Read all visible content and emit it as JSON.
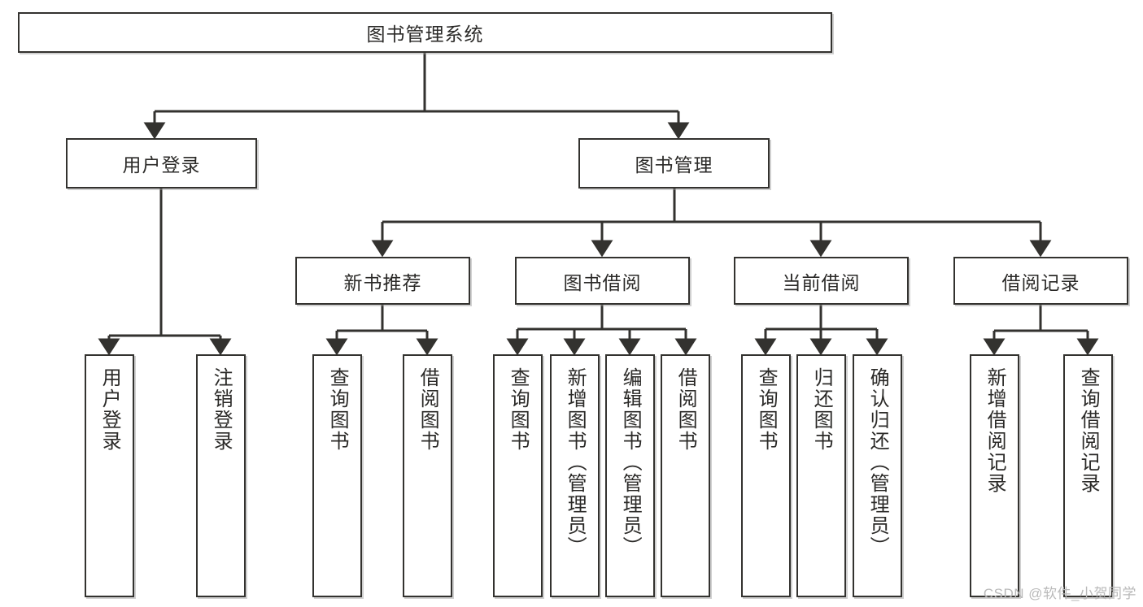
{
  "diagram": {
    "title": "图书管理系统",
    "type": "hierarchy-tree",
    "watermark": "CSDN @软件_小贺同学",
    "colors": {
      "box_border": "#33322f",
      "box_fill": "#ffffff",
      "connector": "#33322f",
      "text": "#2b2a28",
      "watermark": "#b9b9b9"
    },
    "levels": {
      "root": {
        "label": "图书管理系统"
      },
      "level2": [
        {
          "label": "用户登录"
        },
        {
          "label": "图书管理"
        }
      ],
      "level3": [
        {
          "label": "新书推荐"
        },
        {
          "label": "图书借阅"
        },
        {
          "label": "当前借阅"
        },
        {
          "label": "借阅记录"
        }
      ],
      "leaves_user_login": [
        {
          "label": "用户登录"
        },
        {
          "label": "注销登录"
        }
      ],
      "leaves_new_book": [
        {
          "label": "查询图书"
        },
        {
          "label": "借阅图书"
        }
      ],
      "leaves_borrow": [
        {
          "label": "查询图书"
        },
        {
          "label": "新增图书（管理员）"
        },
        {
          "label": "编辑图书（管理员）"
        },
        {
          "label": "借阅图书"
        }
      ],
      "leaves_current": [
        {
          "label": "查询图书"
        },
        {
          "label": "归还图书"
        },
        {
          "label": "确认归还（管理员）"
        }
      ],
      "leaves_record": [
        {
          "label": "新增借阅记录"
        },
        {
          "label": "查询借阅记录"
        }
      ]
    }
  }
}
